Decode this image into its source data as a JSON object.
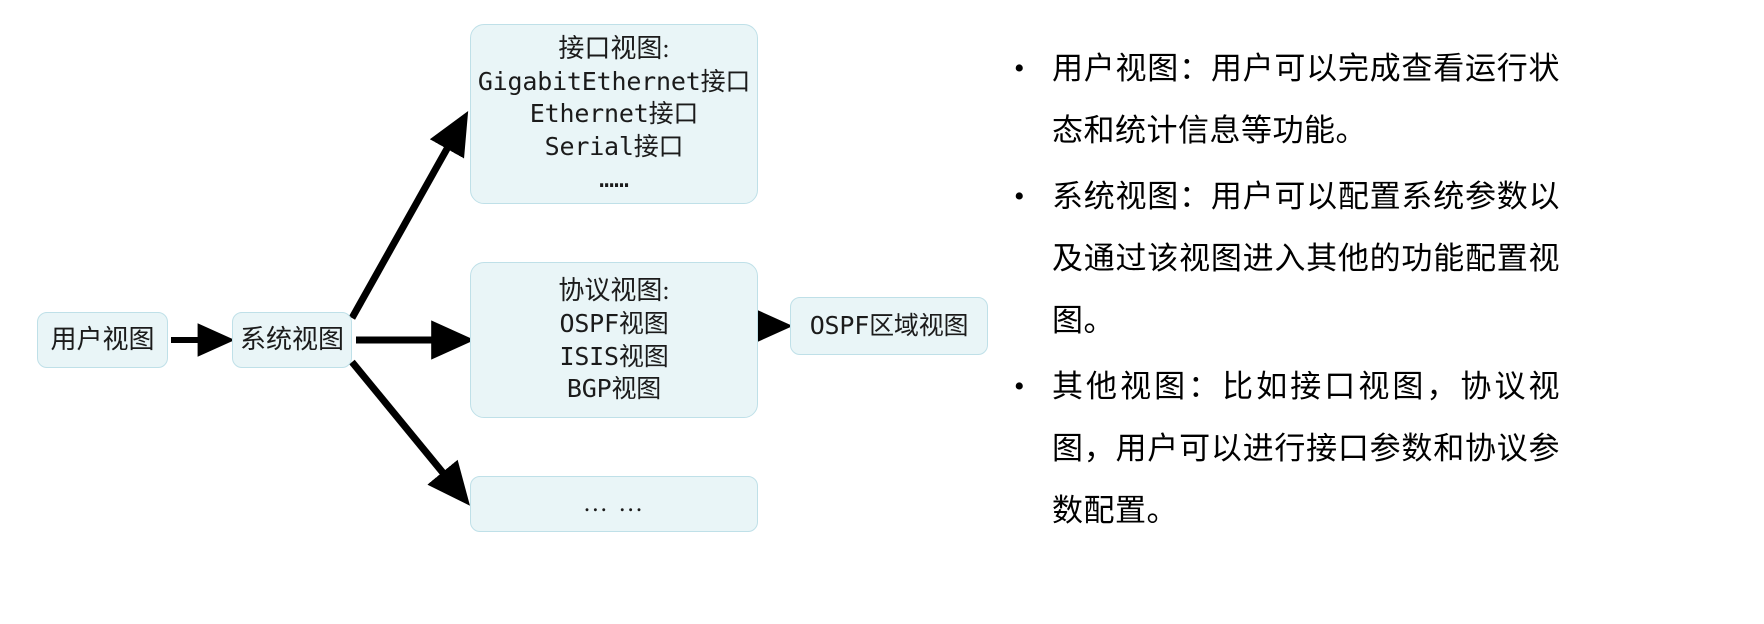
{
  "diagram": {
    "nodes": {
      "user_view": {
        "label": "用户视图"
      },
      "system_view": {
        "label": "系统视图"
      },
      "interface_view": {
        "title": "接口视图:",
        "lines": [
          "GigabitEthernet接口",
          "Ethernet接口",
          "Serial接口",
          "……"
        ]
      },
      "protocol_view": {
        "title": "协议视图:",
        "lines": [
          "OSPF视图",
          "ISIS视图",
          "BGP视图"
        ]
      },
      "ospf_area_view": {
        "label": "OSPF区域视图"
      },
      "other_view": {
        "label": "… …"
      }
    },
    "colors": {
      "node_fill": "#e9f5f7",
      "node_border": "#bfe0e8",
      "arrow": "#000000",
      "text": "#1b1b1b"
    }
  },
  "notes": {
    "bullet_marker": "•",
    "items": [
      {
        "text": "用户视图：用户可以完成查看运行状态和统计信息等功能。"
      },
      {
        "text": "系统视图：用户可以配置系统参数以及通过该视图进入其他的功能配置视图。"
      },
      {
        "text": "其他视图：比如接口视图，协议视图，用户可以进行接口参数和协议参数配置。"
      }
    ]
  }
}
